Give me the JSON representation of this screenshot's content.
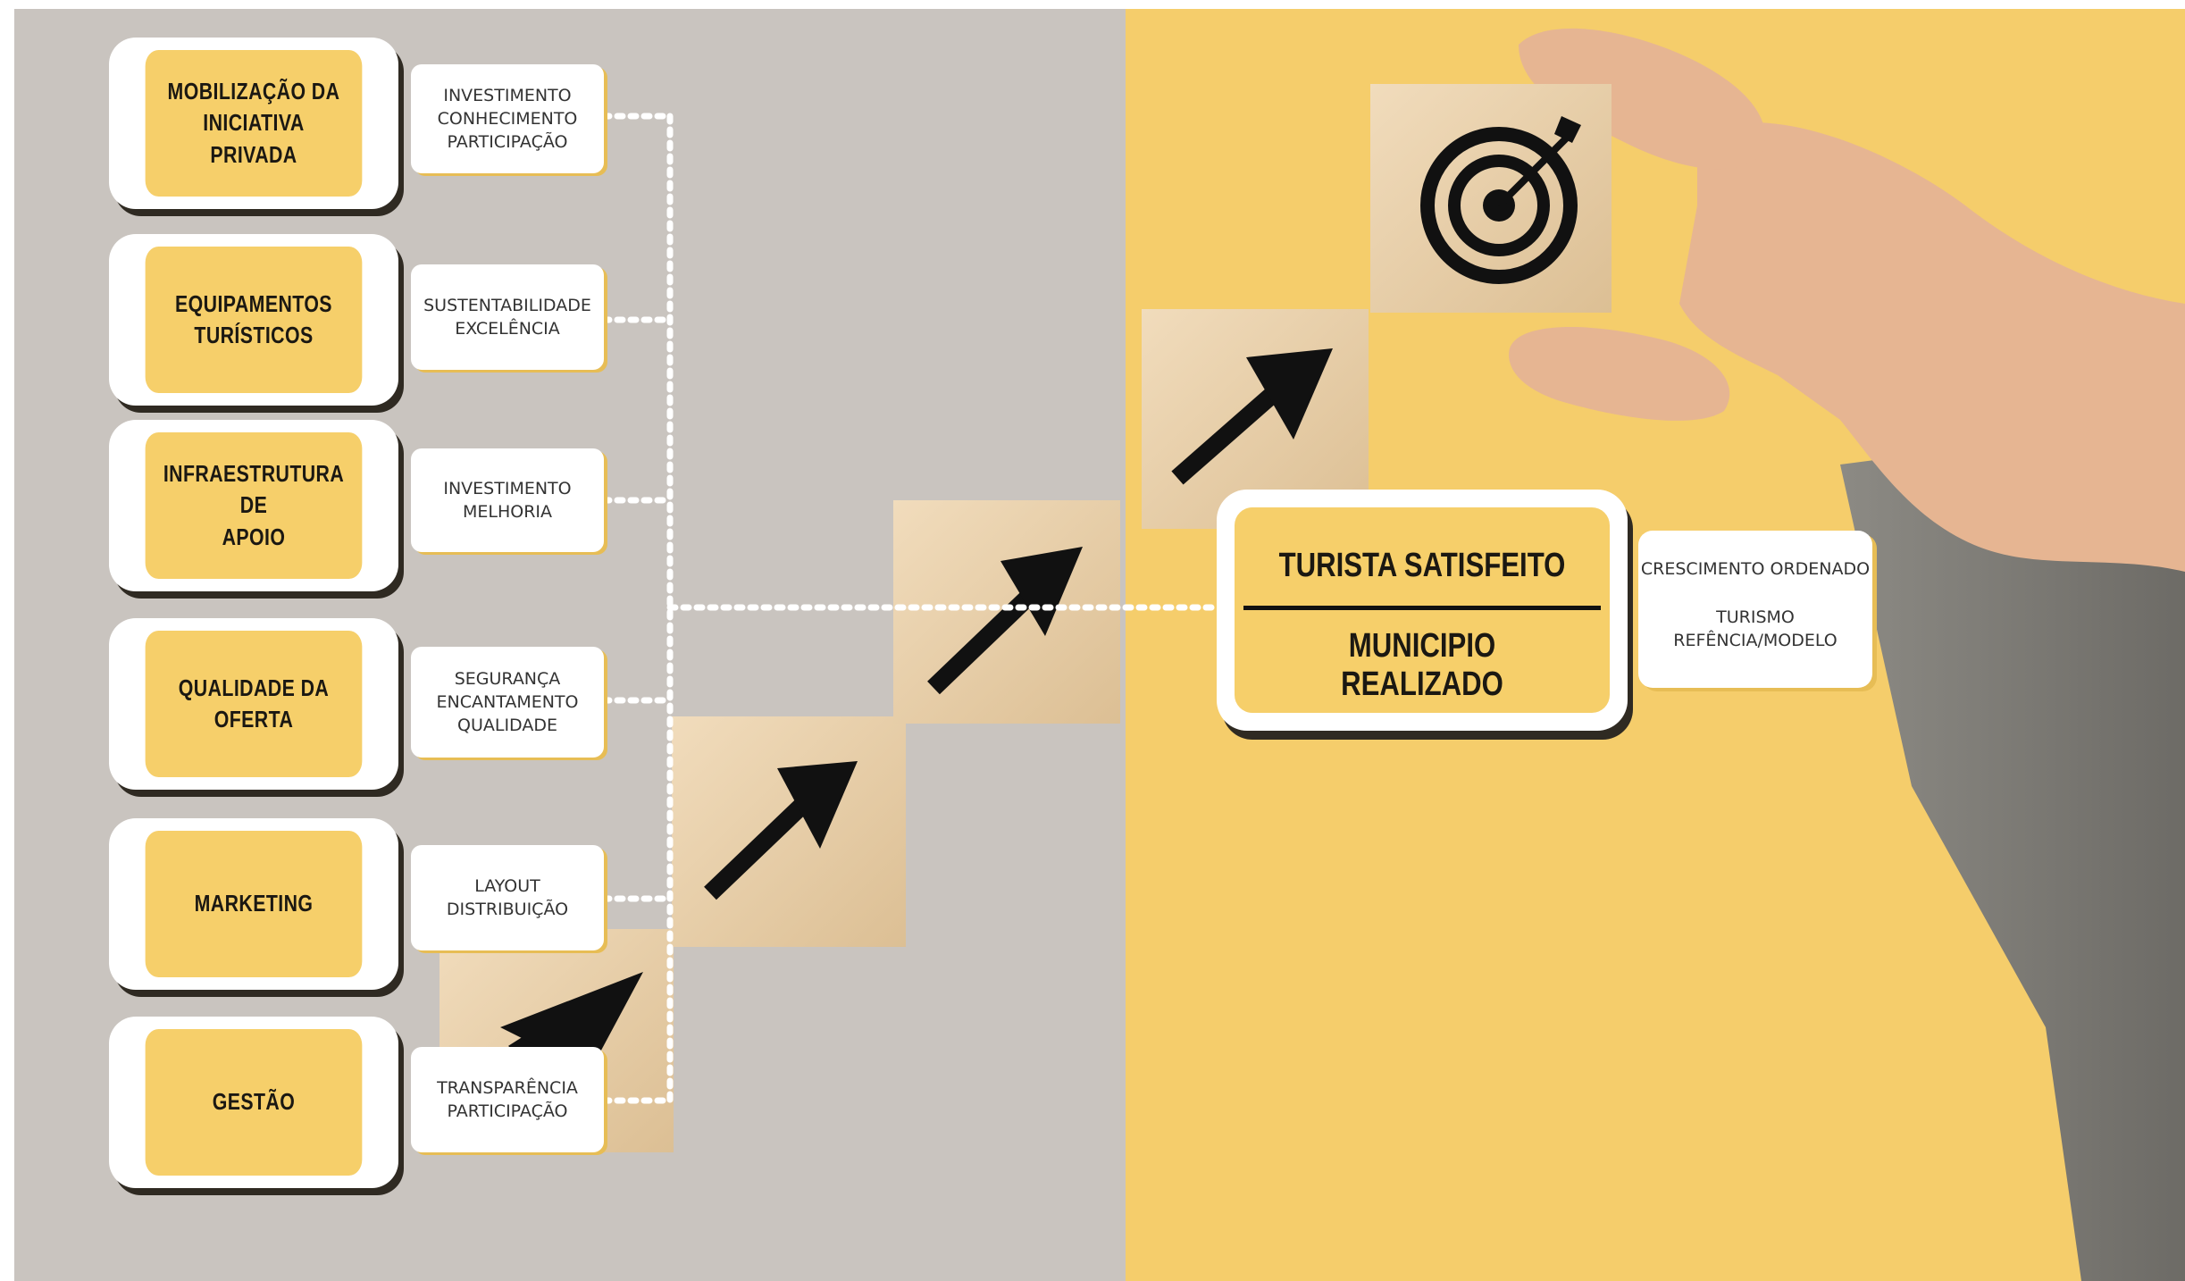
{
  "colors": {
    "left_background": "#c9c4bf",
    "right_background": "#f5cd6b",
    "box_fill": "#f6cf6a",
    "box_frame": "#ffffff",
    "shadow": "#2f2a22",
    "connector": "#ffffff"
  },
  "pillars": [
    {
      "label": "MOBILIZAÇÃO DA\nINICIATIVA PRIVADA",
      "tags": "INVESTIMENTO\nCONHECIMENTO\nPARTICIPAÇÃO"
    },
    {
      "label": "EQUIPAMENTOS\nTURÍSTICOS",
      "tags": "SUSTENTABILIDADE\nEXCELÊNCIA"
    },
    {
      "label": "INFRAESTRUTURA DE\nAPOIO",
      "tags": "INVESTIMENTO\nMELHORIA"
    },
    {
      "label": "QUALIDADE DA\nOFERTA",
      "tags": "SEGURANÇA\nENCANTAMENTO\nQUALIDADE"
    },
    {
      "label": "MARKETING",
      "tags": "LAYOUT\nDISTRIBUIÇÃO"
    },
    {
      "label": "GESTÃO",
      "tags": "TRANSPARÊNCIA\nPARTICIPAÇÃO"
    }
  ],
  "result": {
    "line1": "TURISTA SATISFEITO",
    "line2": "MUNICIPIO REALIZADO",
    "tag_top": "CRESCIMENTO ORDENADO",
    "tag_bottom": "TURISMO\nREFÊNCIA/MODELO"
  },
  "illustration": {
    "arrow_icon": "arrow-up-right-icon",
    "goal_icon": "target-bullseye-icon",
    "steps": 5
  }
}
